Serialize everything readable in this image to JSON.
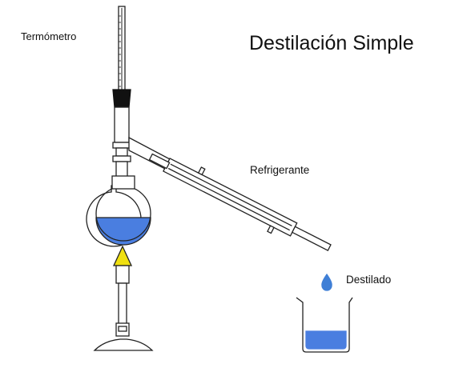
{
  "title": "Destilación Simple",
  "labels": {
    "thermometer": "Termómetro",
    "condenser": "Refrigerante",
    "distillate": "Destilado"
  },
  "colors": {
    "liquid": "#4a7ee0",
    "drop": "#3f7fd6",
    "flame": "#f0e010",
    "glass_outline": "#222222",
    "stopper": "#111111",
    "background": "#ffffff"
  },
  "components": [
    "thermometer",
    "stopper",
    "distillation-head",
    "round-bottom-flask",
    "condenser",
    "bunsen-burner",
    "flame",
    "drop",
    "beaker"
  ]
}
